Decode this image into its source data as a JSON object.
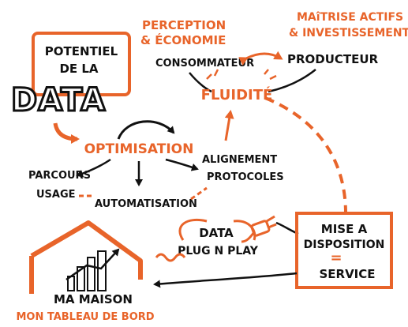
{
  "colors": {
    "ink": "#111111",
    "accent": "#e8642a",
    "background": "#ffffff"
  },
  "potentiel": {
    "line1": "POTENTIEL",
    "line2": "DE LA",
    "data_word": "DATA"
  },
  "perception": {
    "line1": "PERCEPTION",
    "line2": "& ÉCONOMIE"
  },
  "maitrise": {
    "line1": "MAîTRISE ACTIFS",
    "line2": "& INVESTISSEMENT"
  },
  "consommateur": "CONSOMMATEUR",
  "producteur": "PRODUCTEUR",
  "fluidite": "FLUIDITÉ",
  "optimisation": "OPTIMISATION",
  "alignement": {
    "line1": "ALIGNEMENT",
    "line2": "PROTOCOLES"
  },
  "parcours": {
    "line1": "PARCOURS",
    "line2": "USAGE"
  },
  "automatisation": "AUTOMATISATION",
  "data_plug": {
    "line1": "DATA",
    "line2": "PLUG N PLAY"
  },
  "mise": {
    "line1": "MISE A",
    "line2": "DISPOSITION",
    "equals": "=",
    "line3": "SERVICE"
  },
  "maison": {
    "line1": "MA MAISON",
    "line2": "MON TABLEAU DE BORD"
  }
}
